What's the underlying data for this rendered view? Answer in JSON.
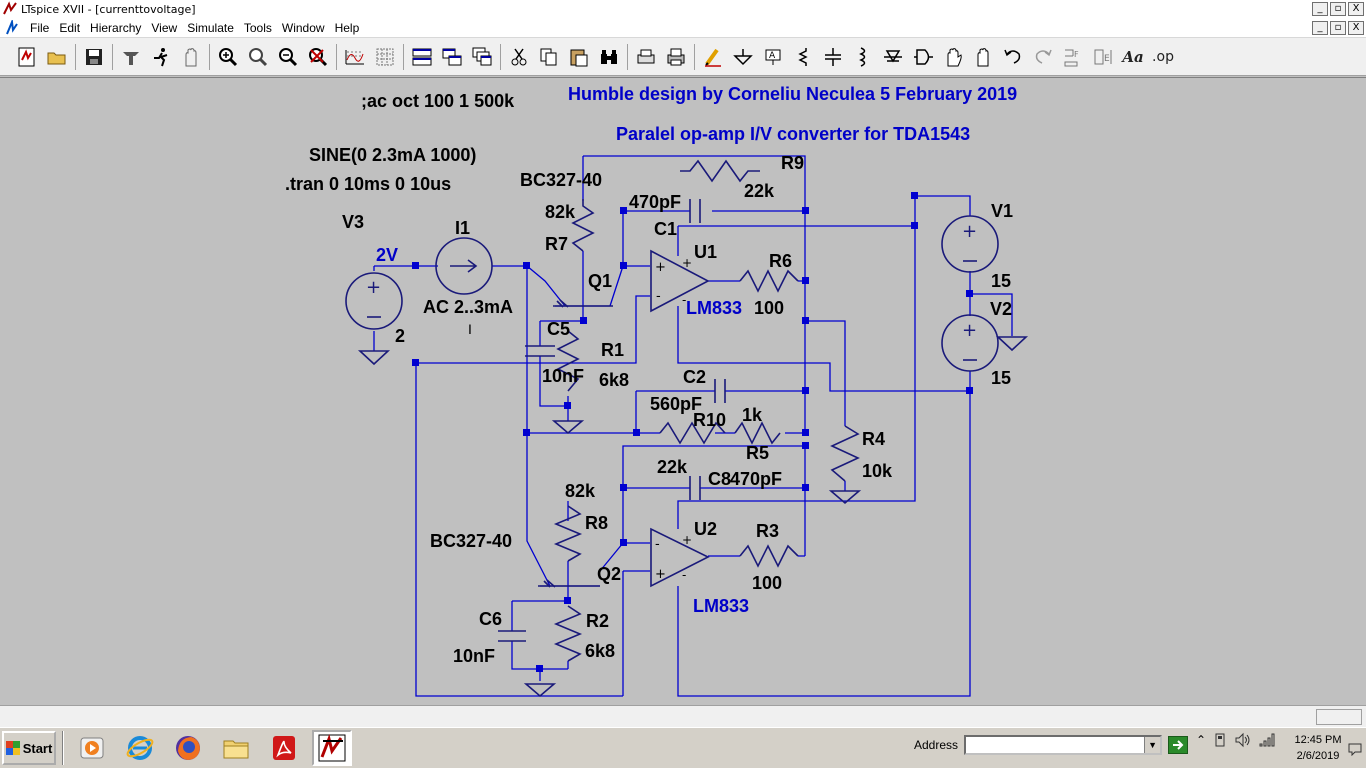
{
  "window": {
    "title": "LTspice XVII - [currenttovoltage]",
    "controls": [
      "_",
      "▫",
      "X"
    ],
    "mdi_controls": [
      "_",
      "▫",
      "X"
    ]
  },
  "menu": {
    "items": [
      "File",
      "Edit",
      "Hierarchy",
      "View",
      "Simulate",
      "Tools",
      "Window",
      "Help"
    ]
  },
  "toolbar": {
    "buttons": [
      "new-schematic-icon",
      "open-icon",
      "save-icon",
      "control-panel-icon",
      "run-icon",
      "halt-icon",
      "zoom-in-icon",
      "pan-icon",
      "zoom-out-icon",
      "zoom-fit-icon",
      "autorange-icon",
      "grid-icon",
      "tile-horizontal-icon",
      "tile-vertical-icon",
      "cascade-icon",
      "cut-icon",
      "copy-icon",
      "paste-icon",
      "find-icon",
      "print-preview-icon",
      "print-icon",
      "draw-wire-icon",
      "ground-icon",
      "label-net-icon",
      "resistor-icon",
      "capacitor-icon",
      "inductor-icon",
      "diode-icon",
      "component-icon",
      "move-icon",
      "drag-icon",
      "undo-icon",
      "redo-icon",
      "rotate-icon",
      "mirror-icon",
      "text-icon",
      "spice-directive-icon"
    ],
    "text_label": "Aa",
    "directive_label": ".op"
  },
  "schematic": {
    "texts": {
      "ac_directive": ";ac oct 100 1 500k",
      "credit": "Humble design by Corneliu Neculea 5 February 2019",
      "subtitle": "Paralel op-amp I/V converter  for TDA1543",
      "sine_source": "SINE(0 2.3mA 1000)",
      "tran_directive": ".tran 0 10ms 0 10us",
      "v3_name": "V3",
      "v3_value": "2V",
      "v3_extra": "2",
      "i1_name": "I1",
      "i1_value": "AC 2..3mA",
      "i1_mark": "I",
      "q1_model": "BC327-40",
      "q1_name": "Q1",
      "q2_model": "BC327-40",
      "q2_name": "Q2",
      "r7_value": "82k",
      "r7_name": "R7",
      "r8_value": "82k",
      "r8_name": "R8",
      "r9_name": "R9",
      "r9_value": "22k",
      "c1_value": "470pF",
      "c1_name": "C1",
      "u1_name": "U1",
      "u1_model": "LM833",
      "r6_name": "R6",
      "r6_value": "100",
      "c5_name": "C5",
      "c5_value": "10nF",
      "r1_name": "R1",
      "r1_value": "6k8",
      "c2_name": "C2",
      "c2_value": "560pF",
      "r10_name": "R10",
      "r10_value": "22k",
      "r5_value": "1k",
      "r5_name": "R5",
      "c8_name": "C8",
      "c8_value": "470pF",
      "r4_name": "R4",
      "r4_value": "10k",
      "u2_name": "U2",
      "u2_model": "LM833",
      "r3_name": "R3",
      "r3_value": "100",
      "c6_name": "C6",
      "c6_value": "10nF",
      "r2_name": "R2",
      "r2_value": "6k8",
      "v1_name": "V1",
      "v1_value": "15",
      "v2_name": "V2",
      "v2_value": "15"
    }
  },
  "taskbar": {
    "start_label": "Start",
    "address_label": "Address",
    "address_value": "",
    "time": "12:45 PM",
    "date": "2/6/2019"
  },
  "colors": {
    "wire": "#0000d0",
    "canvas": "#c0c0c0",
    "accent_text": "#0000c8"
  }
}
